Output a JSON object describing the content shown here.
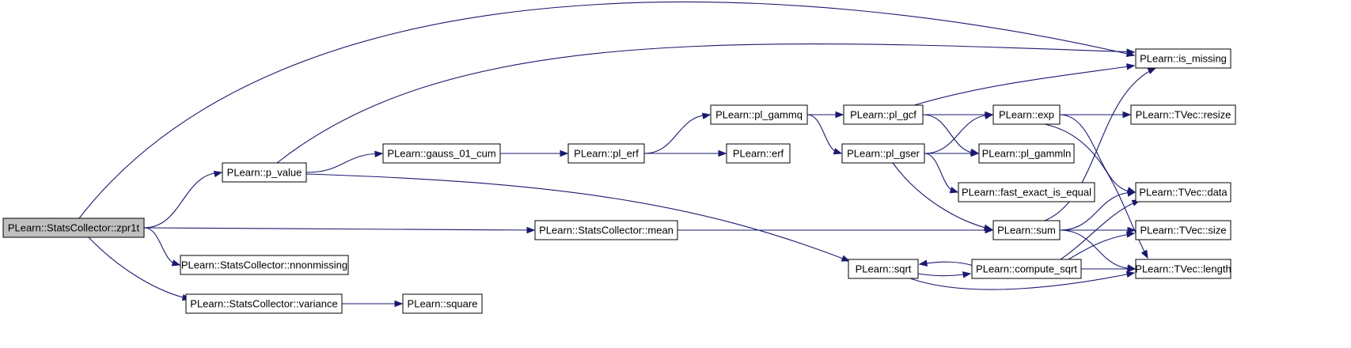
{
  "graph": {
    "edge_color": "#191970",
    "root_fill": "#bfbfbf",
    "node_fill": "#ffffff",
    "nodes": [
      {
        "id": "zpr1t",
        "label": "PLearn::StatsCollector::zpr1t",
        "root": true
      },
      {
        "id": "p_value",
        "label": "PLearn::p_value"
      },
      {
        "id": "nnonmissing",
        "label": "PLearn::StatsCollector::nnonmissing"
      },
      {
        "id": "variance",
        "label": "PLearn::StatsCollector::variance"
      },
      {
        "id": "gauss_01_cum",
        "label": "PLearn::gauss_01_cum"
      },
      {
        "id": "mean",
        "label": "PLearn::StatsCollector::mean"
      },
      {
        "id": "square",
        "label": "PLearn::square"
      },
      {
        "id": "pl_erf",
        "label": "PLearn::pl_erf"
      },
      {
        "id": "pl_gammq",
        "label": "PLearn::pl_gammq"
      },
      {
        "id": "erf",
        "label": "PLearn::erf"
      },
      {
        "id": "pl_gcf",
        "label": "PLearn::pl_gcf"
      },
      {
        "id": "pl_gser",
        "label": "PLearn::pl_gser"
      },
      {
        "id": "sqrt",
        "label": "PLearn::sqrt"
      },
      {
        "id": "exp",
        "label": "PLearn::exp"
      },
      {
        "id": "pl_gammln",
        "label": "PLearn::pl_gammln"
      },
      {
        "id": "fast_exact_is_equal",
        "label": "PLearn::fast_exact_is_equal"
      },
      {
        "id": "sum",
        "label": "PLearn::sum"
      },
      {
        "id": "compute_sqrt",
        "label": "PLearn::compute_sqrt"
      },
      {
        "id": "is_missing",
        "label": "PLearn::is_missing"
      },
      {
        "id": "resize",
        "label": "PLearn::TVec::resize"
      },
      {
        "id": "data",
        "label": "PLearn::TVec::data"
      },
      {
        "id": "size",
        "label": "PLearn::TVec::size"
      },
      {
        "id": "length",
        "label": "PLearn::TVec::length"
      }
    ],
    "edges": [
      {
        "from": "zpr1t",
        "to": "is_missing"
      },
      {
        "from": "zpr1t",
        "to": "p_value"
      },
      {
        "from": "zpr1t",
        "to": "mean"
      },
      {
        "from": "zpr1t",
        "to": "nnonmissing"
      },
      {
        "from": "zpr1t",
        "to": "variance"
      },
      {
        "from": "p_value",
        "to": "is_missing"
      },
      {
        "from": "p_value",
        "to": "gauss_01_cum"
      },
      {
        "from": "p_value",
        "to": "sqrt"
      },
      {
        "from": "gauss_01_cum",
        "to": "pl_erf"
      },
      {
        "from": "pl_erf",
        "to": "pl_gammq"
      },
      {
        "from": "pl_erf",
        "to": "erf"
      },
      {
        "from": "pl_gammq",
        "to": "pl_gcf"
      },
      {
        "from": "pl_gammq",
        "to": "pl_gser"
      },
      {
        "from": "pl_gcf",
        "to": "is_missing"
      },
      {
        "from": "pl_gcf",
        "to": "exp"
      },
      {
        "from": "pl_gcf",
        "to": "pl_gammln"
      },
      {
        "from": "pl_gser",
        "to": "exp"
      },
      {
        "from": "pl_gser",
        "to": "pl_gammln"
      },
      {
        "from": "pl_gser",
        "to": "fast_exact_is_equal"
      },
      {
        "from": "pl_gser",
        "to": "sum"
      },
      {
        "from": "exp",
        "to": "resize"
      },
      {
        "from": "exp",
        "to": "data"
      },
      {
        "from": "exp",
        "to": "length"
      },
      {
        "from": "mean",
        "to": "sum"
      },
      {
        "from": "sum",
        "to": "is_missing"
      },
      {
        "from": "sum",
        "to": "data"
      },
      {
        "from": "sum",
        "to": "size"
      },
      {
        "from": "sum",
        "to": "length"
      },
      {
        "from": "variance",
        "to": "square"
      },
      {
        "from": "sqrt",
        "to": "compute_sqrt"
      },
      {
        "from": "sqrt",
        "to": "length"
      },
      {
        "from": "compute_sqrt",
        "to": "sqrt"
      },
      {
        "from": "compute_sqrt",
        "to": "data"
      },
      {
        "from": "compute_sqrt",
        "to": "size"
      },
      {
        "from": "compute_sqrt",
        "to": "length"
      }
    ]
  }
}
